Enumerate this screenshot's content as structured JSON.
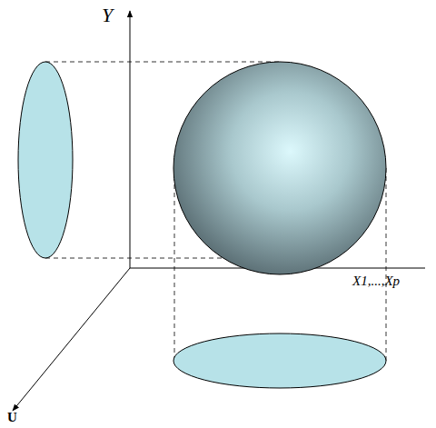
{
  "diagram": {
    "labels": [
      "Y",
      "X1,...,Xp",
      "U"
    ]
  }
}
